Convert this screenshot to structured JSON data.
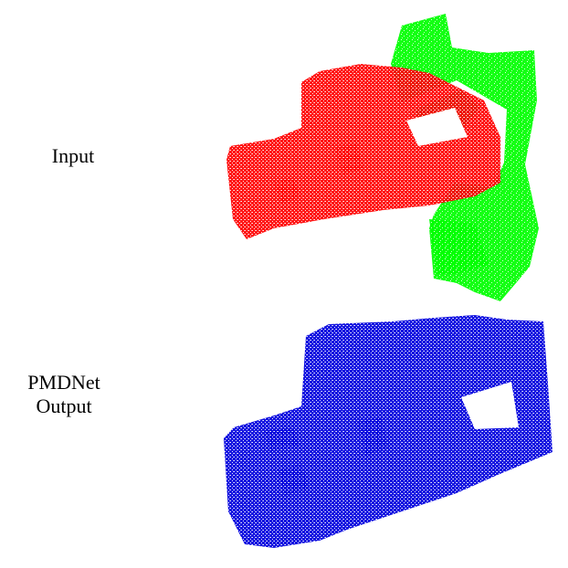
{
  "rows": {
    "input": {
      "label": "Input"
    },
    "output": {
      "label_line1": "PMDNet",
      "label_line2": "Output"
    }
  },
  "colors": {
    "source_cloud": "#ff0000",
    "target_cloud": "#00ff00",
    "registered_cloud": "#0000dd",
    "background": "#ffffff"
  }
}
